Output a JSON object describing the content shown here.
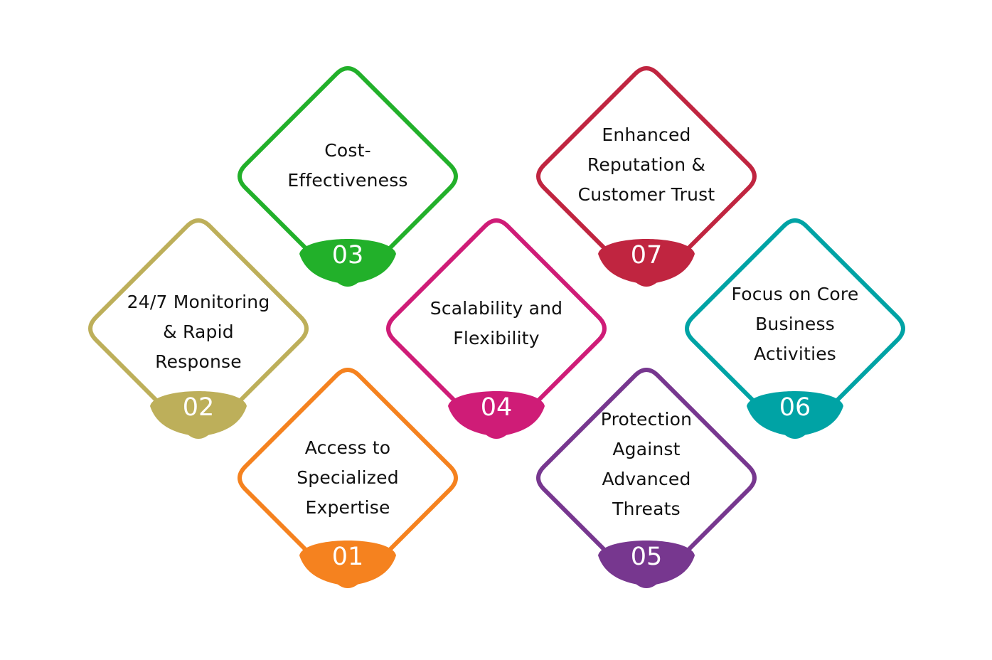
{
  "cards": [
    {
      "id": "01",
      "number": "01",
      "lines": [
        "Access to",
        "Specialized",
        "Expertise"
      ],
      "color": "#F5821F"
    },
    {
      "id": "02",
      "number": "02",
      "lines": [
        "24/7 Monitoring",
        "& Rapid",
        "Response"
      ],
      "color": "#BDAF5A"
    },
    {
      "id": "03",
      "number": "03",
      "lines": [
        "Cost-",
        "Effectiveness"
      ],
      "color": "#22B02A"
    },
    {
      "id": "04",
      "number": "04",
      "lines": [
        "Scalability and",
        "Flexibility"
      ],
      "color": "#CF1C77"
    },
    {
      "id": "05",
      "number": "05",
      "lines": [
        "Protection",
        "Against",
        "Advanced",
        "Threats"
      ],
      "color": "#77378F"
    },
    {
      "id": "06",
      "number": "06",
      "lines": [
        "Focus on Core",
        "Business",
        "Activities"
      ],
      "color": "#00A3A5"
    },
    {
      "id": "07",
      "number": "07",
      "lines": [
        "Enhanced",
        "Reputation &",
        "Customer Trust"
      ],
      "color": "#C02540"
    }
  ]
}
